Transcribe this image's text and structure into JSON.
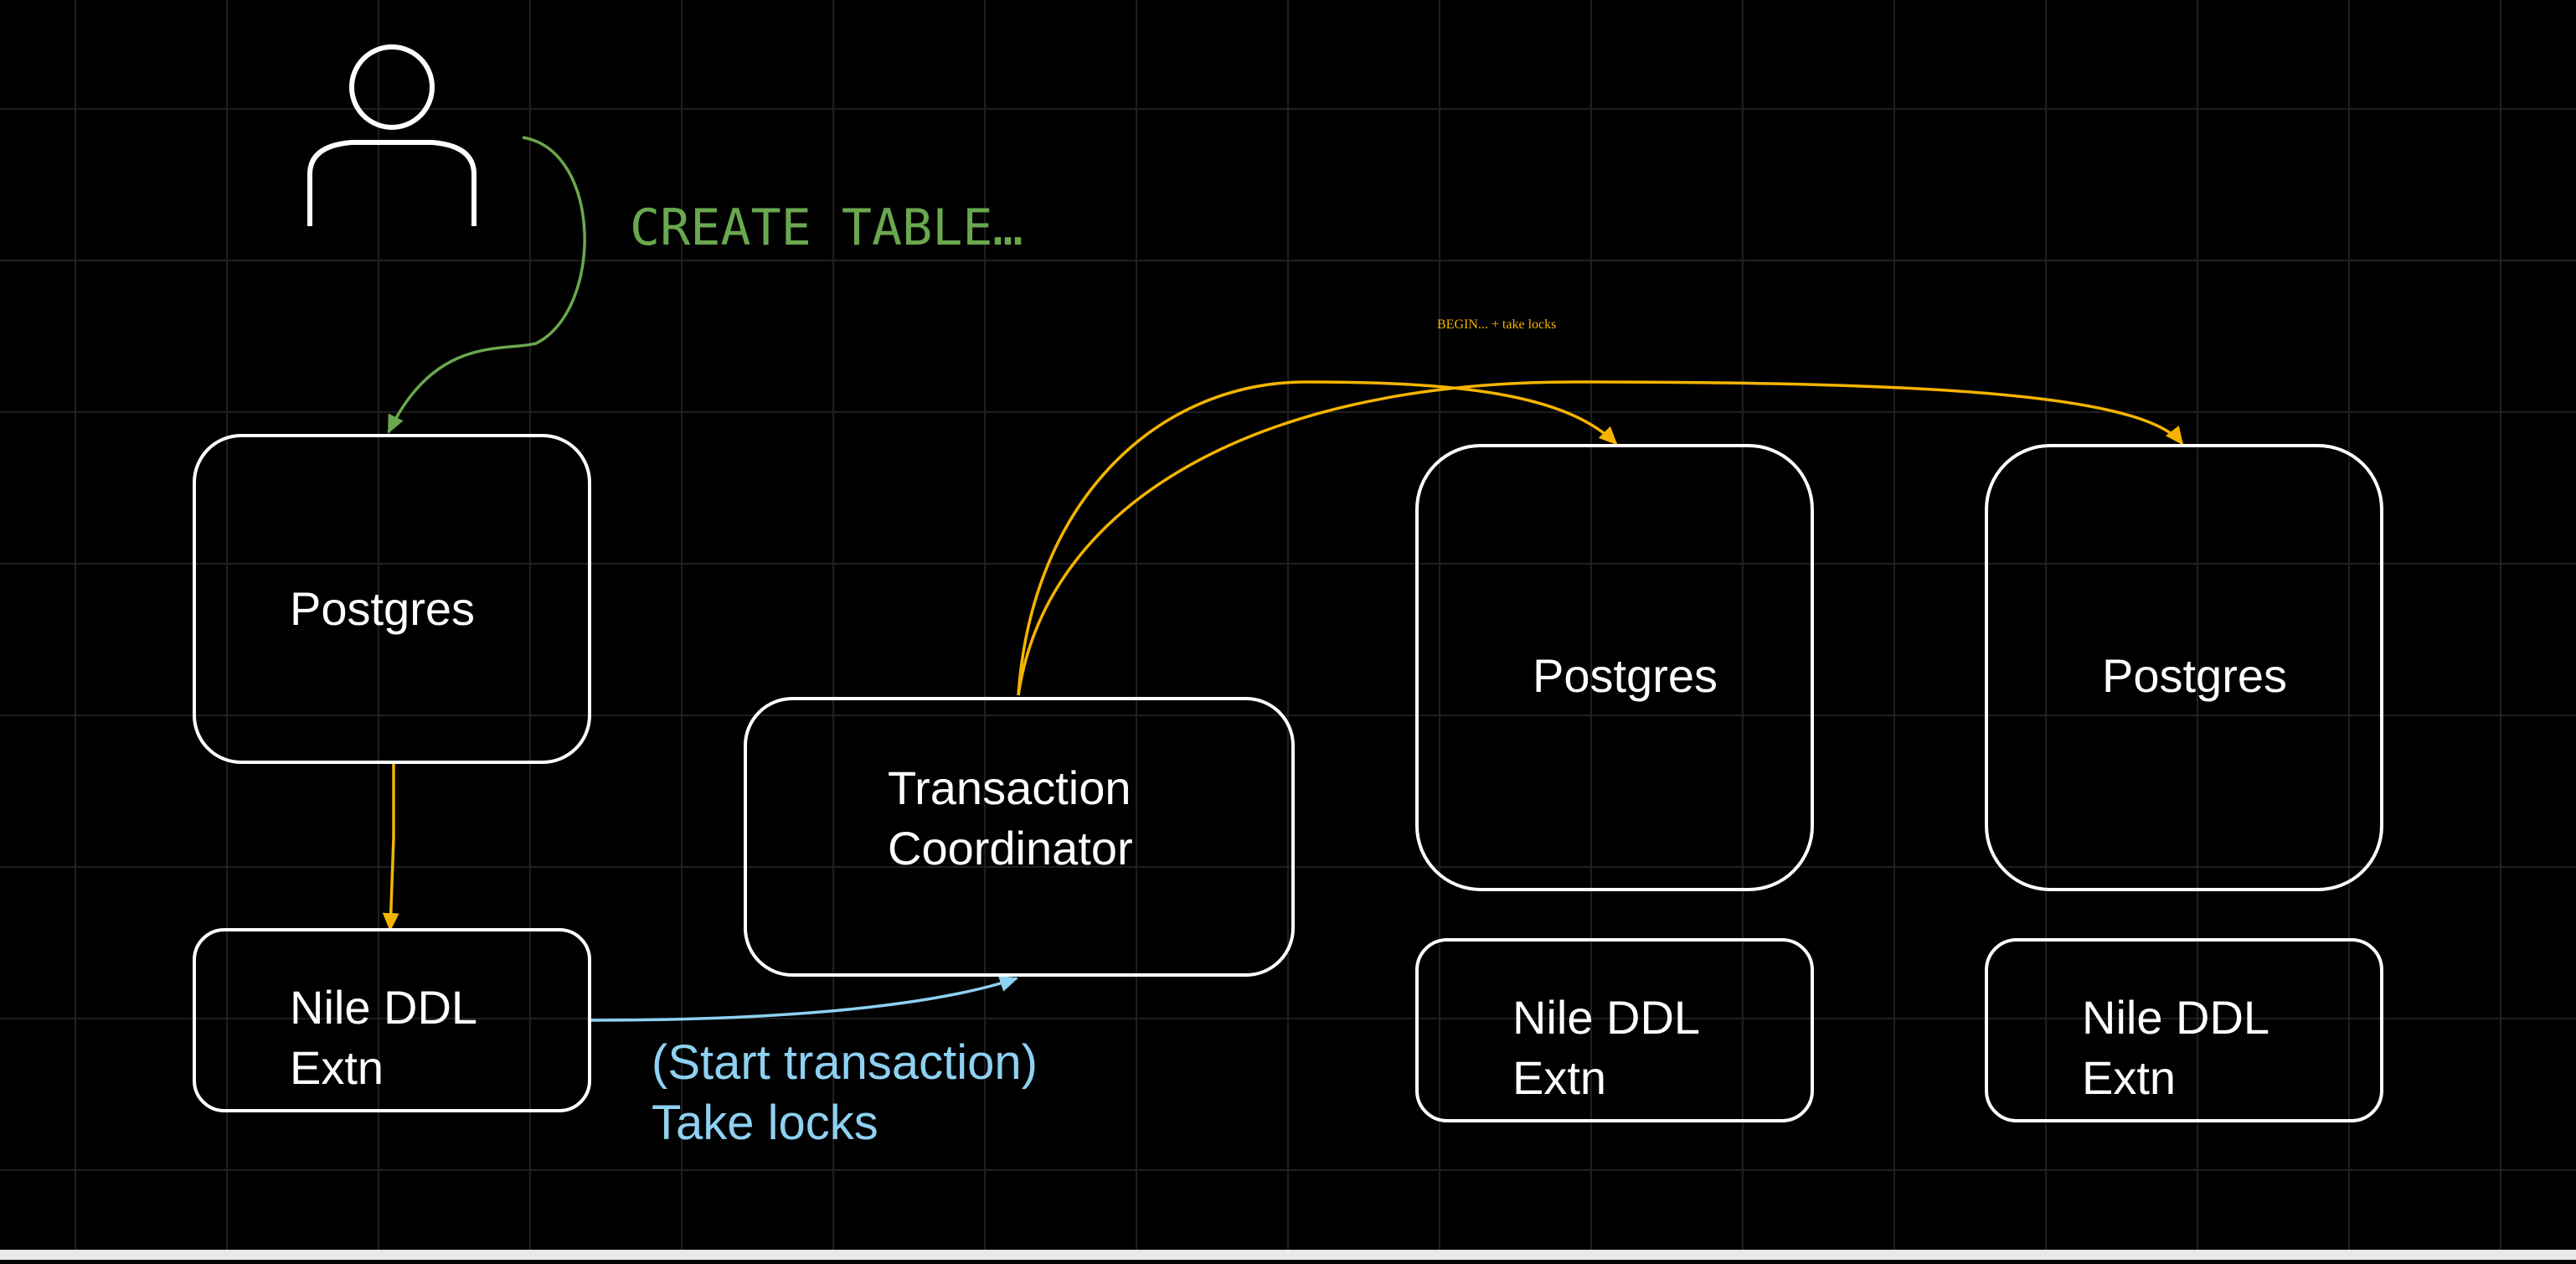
{
  "colors": {
    "background": "#000000",
    "grid": "#1f1f1f",
    "box_stroke": "#ffffff",
    "user_flow": "#6aa84f",
    "lock_flow": "#f4b400",
    "tx_flow": "#8ed1f2"
  },
  "icons": {
    "user": "person-icon"
  },
  "labels": {
    "create_table": "CREATE TABLE…",
    "begin_mono": "BEGIN...",
    "begin_sans": " + take locks",
    "start_tx_line1": "(Start transaction)",
    "start_tx_line2": "Take locks"
  },
  "nodes": {
    "postgres_main": "Postgres",
    "nile_main": [
      "Nile DDL",
      "Extn"
    ],
    "coordinator": [
      "Transaction",
      "Coordinator"
    ],
    "postgres_2": "Postgres",
    "nile_2": [
      "Nile DDL",
      "Extn"
    ],
    "postgres_3": "Postgres",
    "nile_3": [
      "Nile DDL",
      "Extn"
    ]
  }
}
